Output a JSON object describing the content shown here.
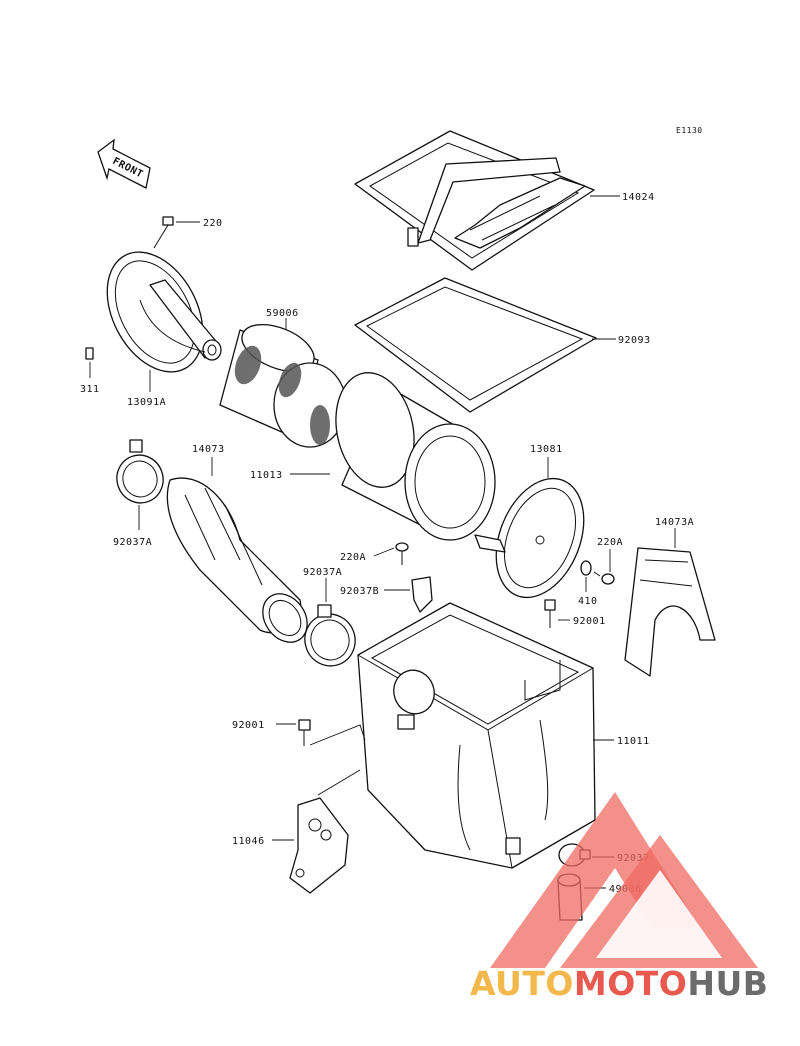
{
  "diagram_ref": "E1130",
  "front_arrow_label": "FRONT",
  "parts": {
    "p14024": "14024",
    "p92093": "92093",
    "p220_top": "220",
    "p59006": "59006",
    "p311": "311",
    "p13091A": "13091A",
    "p14073": "14073",
    "p11013": "11013",
    "p13081": "13081",
    "p14073A": "14073A",
    "p92037A_left": "92037A",
    "p220A_center": "220A",
    "p220A_right": "220A",
    "p92037A_mid": "92037A",
    "p92037B": "92037B",
    "p410": "410",
    "p92001_right": "92001",
    "p92001_left": "92001",
    "p11011": "11011",
    "p11046": "11046",
    "p92037": "92037",
    "p49006": "49006"
  },
  "watermark": {
    "part1": "AUTO",
    "part2": "MOTO",
    "part3": "HUB",
    "colors": {
      "auto": "#f2b84b",
      "moto": "#e85a4f",
      "hub": "#6b6b6b",
      "triangle": "#ef6b62"
    }
  }
}
